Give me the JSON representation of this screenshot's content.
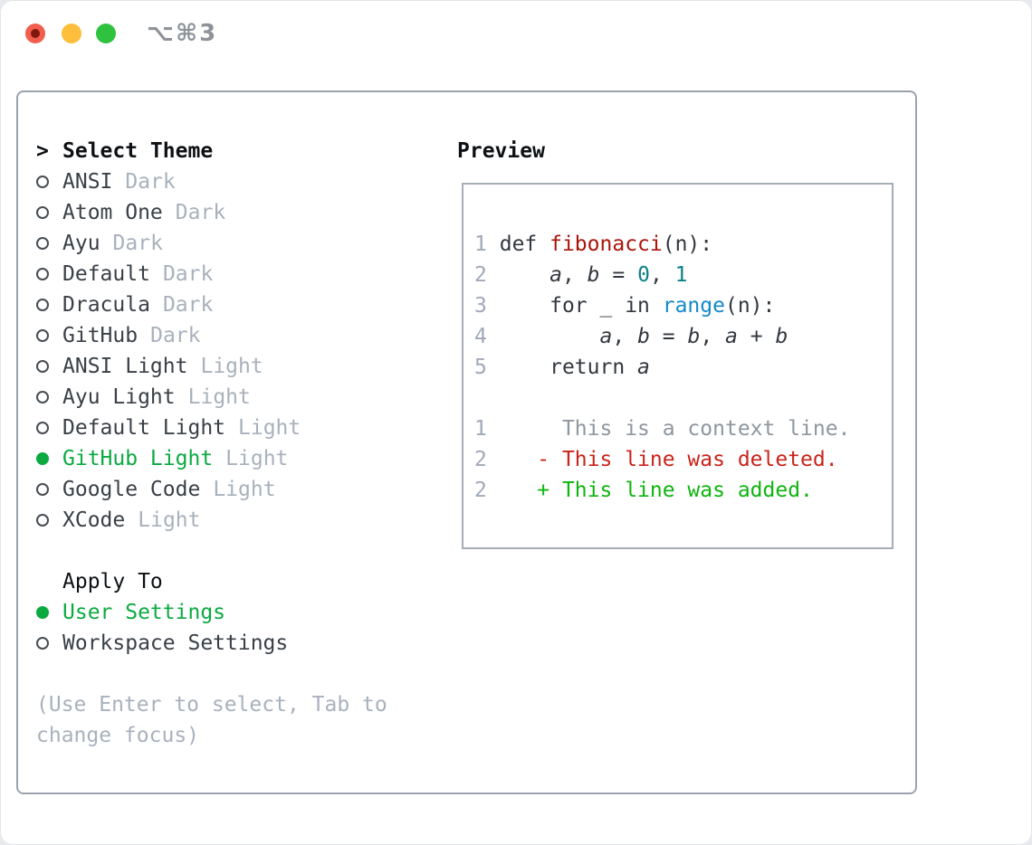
{
  "colors": {
    "traffic-red": "#f25e4e",
    "traffic-yellow": "#fcbe3b",
    "traffic-green": "#2fc23f",
    "sel-green": "#0baa41",
    "fn-red": "#a9150b",
    "call-blue": "#1389cb",
    "lit-teal": "#0b7f86",
    "del-red": "#c9241a",
    "add-green": "#0fb40f"
  },
  "window": {
    "shortcut_label": "⌥⌘3"
  },
  "left_panel": {
    "prompt": ">",
    "title": "Select Theme",
    "themes": [
      {
        "name": "ANSI",
        "tag": "Dark",
        "selected": false
      },
      {
        "name": "Atom One",
        "tag": "Dark",
        "selected": false
      },
      {
        "name": "Ayu",
        "tag": "Dark",
        "selected": false
      },
      {
        "name": "Default",
        "tag": "Dark",
        "selected": false
      },
      {
        "name": "Dracula",
        "tag": "Dark",
        "selected": false
      },
      {
        "name": "GitHub",
        "tag": "Dark",
        "selected": false
      },
      {
        "name": "ANSI Light",
        "tag": "Light",
        "selected": false
      },
      {
        "name": "Ayu Light",
        "tag": "Light",
        "selected": false
      },
      {
        "name": "Default Light",
        "tag": "Light",
        "selected": false
      },
      {
        "name": "GitHub Light",
        "tag": "Light",
        "selected": true
      },
      {
        "name": "Google Code",
        "tag": "Light",
        "selected": false
      },
      {
        "name": "XCode",
        "tag": "Light",
        "selected": false
      }
    ],
    "apply_to": {
      "title": "Apply To",
      "options": [
        {
          "name": "User Settings",
          "selected": true
        },
        {
          "name": "Workspace Settings",
          "selected": false
        }
      ]
    },
    "help_lines": [
      "(Use Enter to select, Tab to",
      "change focus)"
    ]
  },
  "preview": {
    "title": "Preview",
    "code_lines": [
      {
        "num": "1",
        "tokens": [
          {
            "text": "def ",
            "cls": "plain"
          },
          {
            "text": "fibonacci",
            "cls": "fn"
          },
          {
            "text": "(n):",
            "cls": "plain"
          }
        ]
      },
      {
        "num": "2",
        "tokens": [
          {
            "text": "    ",
            "cls": "plain"
          },
          {
            "text": "a",
            "cls": "var"
          },
          {
            "text": ", ",
            "cls": "plain"
          },
          {
            "text": "b",
            "cls": "var"
          },
          {
            "text": " = ",
            "cls": "plain"
          },
          {
            "text": "0",
            "cls": "lit"
          },
          {
            "text": ", ",
            "cls": "plain"
          },
          {
            "text": "1",
            "cls": "lit"
          }
        ]
      },
      {
        "num": "3",
        "tokens": [
          {
            "text": "    for _ in ",
            "cls": "plain"
          },
          {
            "text": "range",
            "cls": "call"
          },
          {
            "text": "(n):",
            "cls": "plain"
          }
        ]
      },
      {
        "num": "4",
        "tokens": [
          {
            "text": "        ",
            "cls": "plain"
          },
          {
            "text": "a",
            "cls": "var"
          },
          {
            "text": ", ",
            "cls": "plain"
          },
          {
            "text": "b",
            "cls": "var"
          },
          {
            "text": " = ",
            "cls": "plain"
          },
          {
            "text": "b",
            "cls": "var"
          },
          {
            "text": ", ",
            "cls": "plain"
          },
          {
            "text": "a",
            "cls": "var"
          },
          {
            "text": " + ",
            "cls": "plain"
          },
          {
            "text": "b",
            "cls": "var"
          }
        ]
      },
      {
        "num": "5",
        "tokens": [
          {
            "text": "    return ",
            "cls": "plain"
          },
          {
            "text": "a",
            "cls": "var"
          }
        ]
      },
      {
        "num": "",
        "tokens": []
      },
      {
        "num": "1",
        "tokens": [
          {
            "text": "     This is a context line.",
            "cls": "ctx"
          }
        ]
      },
      {
        "num": "2",
        "tokens": [
          {
            "text": "   - This line was deleted.",
            "cls": "del"
          }
        ]
      },
      {
        "num": "2",
        "tokens": [
          {
            "text": "   + This line was added.",
            "cls": "add"
          }
        ]
      }
    ]
  }
}
